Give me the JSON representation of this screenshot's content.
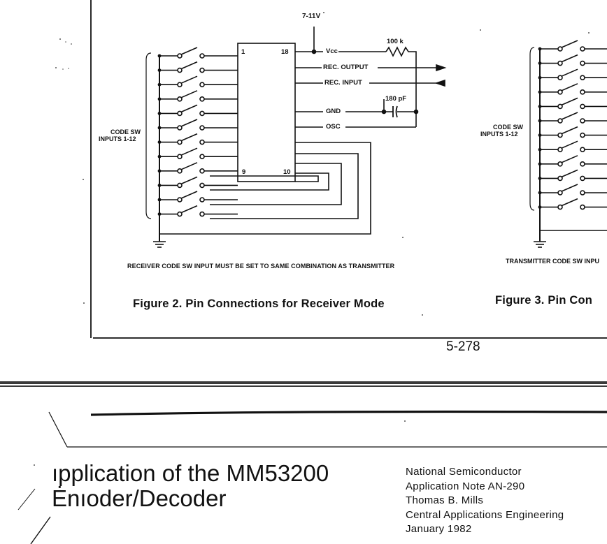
{
  "page_top": {
    "figure2": {
      "supply_label": "7-11V",
      "vcc_label": "Vcc",
      "pin_1": "1",
      "pin_18": "18",
      "pin_9": "9",
      "pin_10": "10",
      "rec_output_label": "REC. OUTPUT",
      "rec_input_label": "REC. INPUT",
      "gnd_label": "GND",
      "osc_label": "OSC",
      "resistor_label": "100 k",
      "capacitor_label": "180 pF",
      "code_sw_line1": "CODE SW",
      "code_sw_line2": "INPUTS 1-12",
      "note": "RECEIVER CODE SW INPUT MUST BE SET TO SAME COMBINATION AS TRANSMITTER",
      "caption": "Figure 2. Pin Connections for Receiver Mode"
    },
    "figure3": {
      "code_sw_line1": "CODE SW",
      "code_sw_line2": "INPUTS 1-12",
      "note": "TRANSMITTER CODE SW INPU",
      "caption": "Figure 3. Pin Con"
    },
    "page_number": "5-278"
  },
  "next_page": {
    "title_line1": "ıpplication of the MM53200",
    "title_line2": "Ėnıoder/Decoder",
    "meta": [
      "National Semiconductor",
      "Application Note AN-290",
      "Thomas B. Mills",
      "Central Applications Engineering",
      "January 1982"
    ]
  },
  "colors": {
    "ink": "#111111",
    "paper": "#ffffff",
    "separator": "#3a3a3a"
  }
}
